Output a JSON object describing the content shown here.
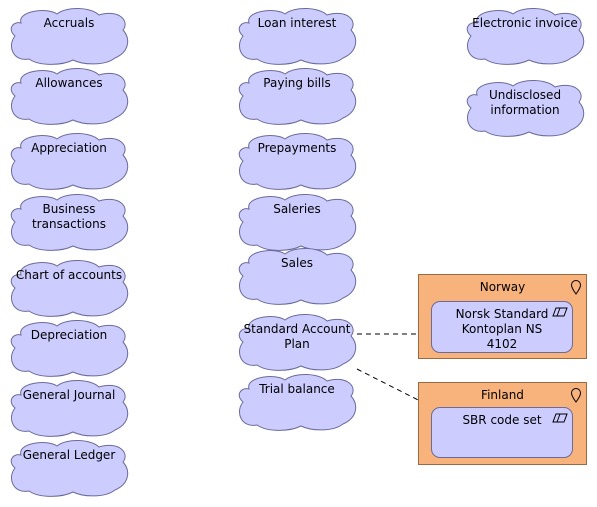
{
  "business_objects": [
    {
      "id": "accruals",
      "label": "Accruals"
    },
    {
      "id": "allowances",
      "label": "Allowances"
    },
    {
      "id": "appreciation",
      "label": "Appreciation"
    },
    {
      "id": "business-transactions",
      "label": "Business transactions"
    },
    {
      "id": "chart-of-accounts",
      "label": "Chart of accounts"
    },
    {
      "id": "depreciation",
      "label": "Depreciation"
    },
    {
      "id": "general-journal",
      "label": "General Journal"
    },
    {
      "id": "general-ledger",
      "label": "General Ledger"
    },
    {
      "id": "loan-interest",
      "label": "Loan interest"
    },
    {
      "id": "paying-bills",
      "label": "Paying bills"
    },
    {
      "id": "prepayments",
      "label": "Prepayments"
    },
    {
      "id": "saleries",
      "label": "Saleries"
    },
    {
      "id": "sales",
      "label": "Sales"
    },
    {
      "id": "standard-account-plan",
      "label": "Standard Account Plan"
    },
    {
      "id": "trial-balance",
      "label": "Trial balance"
    },
    {
      "id": "electronic-invoice",
      "label": "Electronic invoice"
    },
    {
      "id": "undisclosed-information",
      "label": "Undisclosed information"
    }
  ],
  "locations": [
    {
      "id": "norway",
      "title": "Norway",
      "representation": "Norsk Standard Kontoplan NS 4102"
    },
    {
      "id": "finland",
      "title": "Finland",
      "representation": "SBR code set"
    }
  ],
  "relations": [
    {
      "from": "standard-account-plan",
      "to": "norway",
      "style": "dashed"
    },
    {
      "from": "standard-account-plan",
      "to": "finland",
      "style": "dashed"
    }
  ],
  "colors": {
    "business_object_fill": "#ccccff",
    "business_object_stroke": "#6b6b9a",
    "location_fill": "#f8b27c",
    "location_stroke": "#9c6a40",
    "relation_stroke": "#000000"
  },
  "icons": {
    "location": "location-pin-icon",
    "representation": "representation-parallelogram-icon"
  }
}
